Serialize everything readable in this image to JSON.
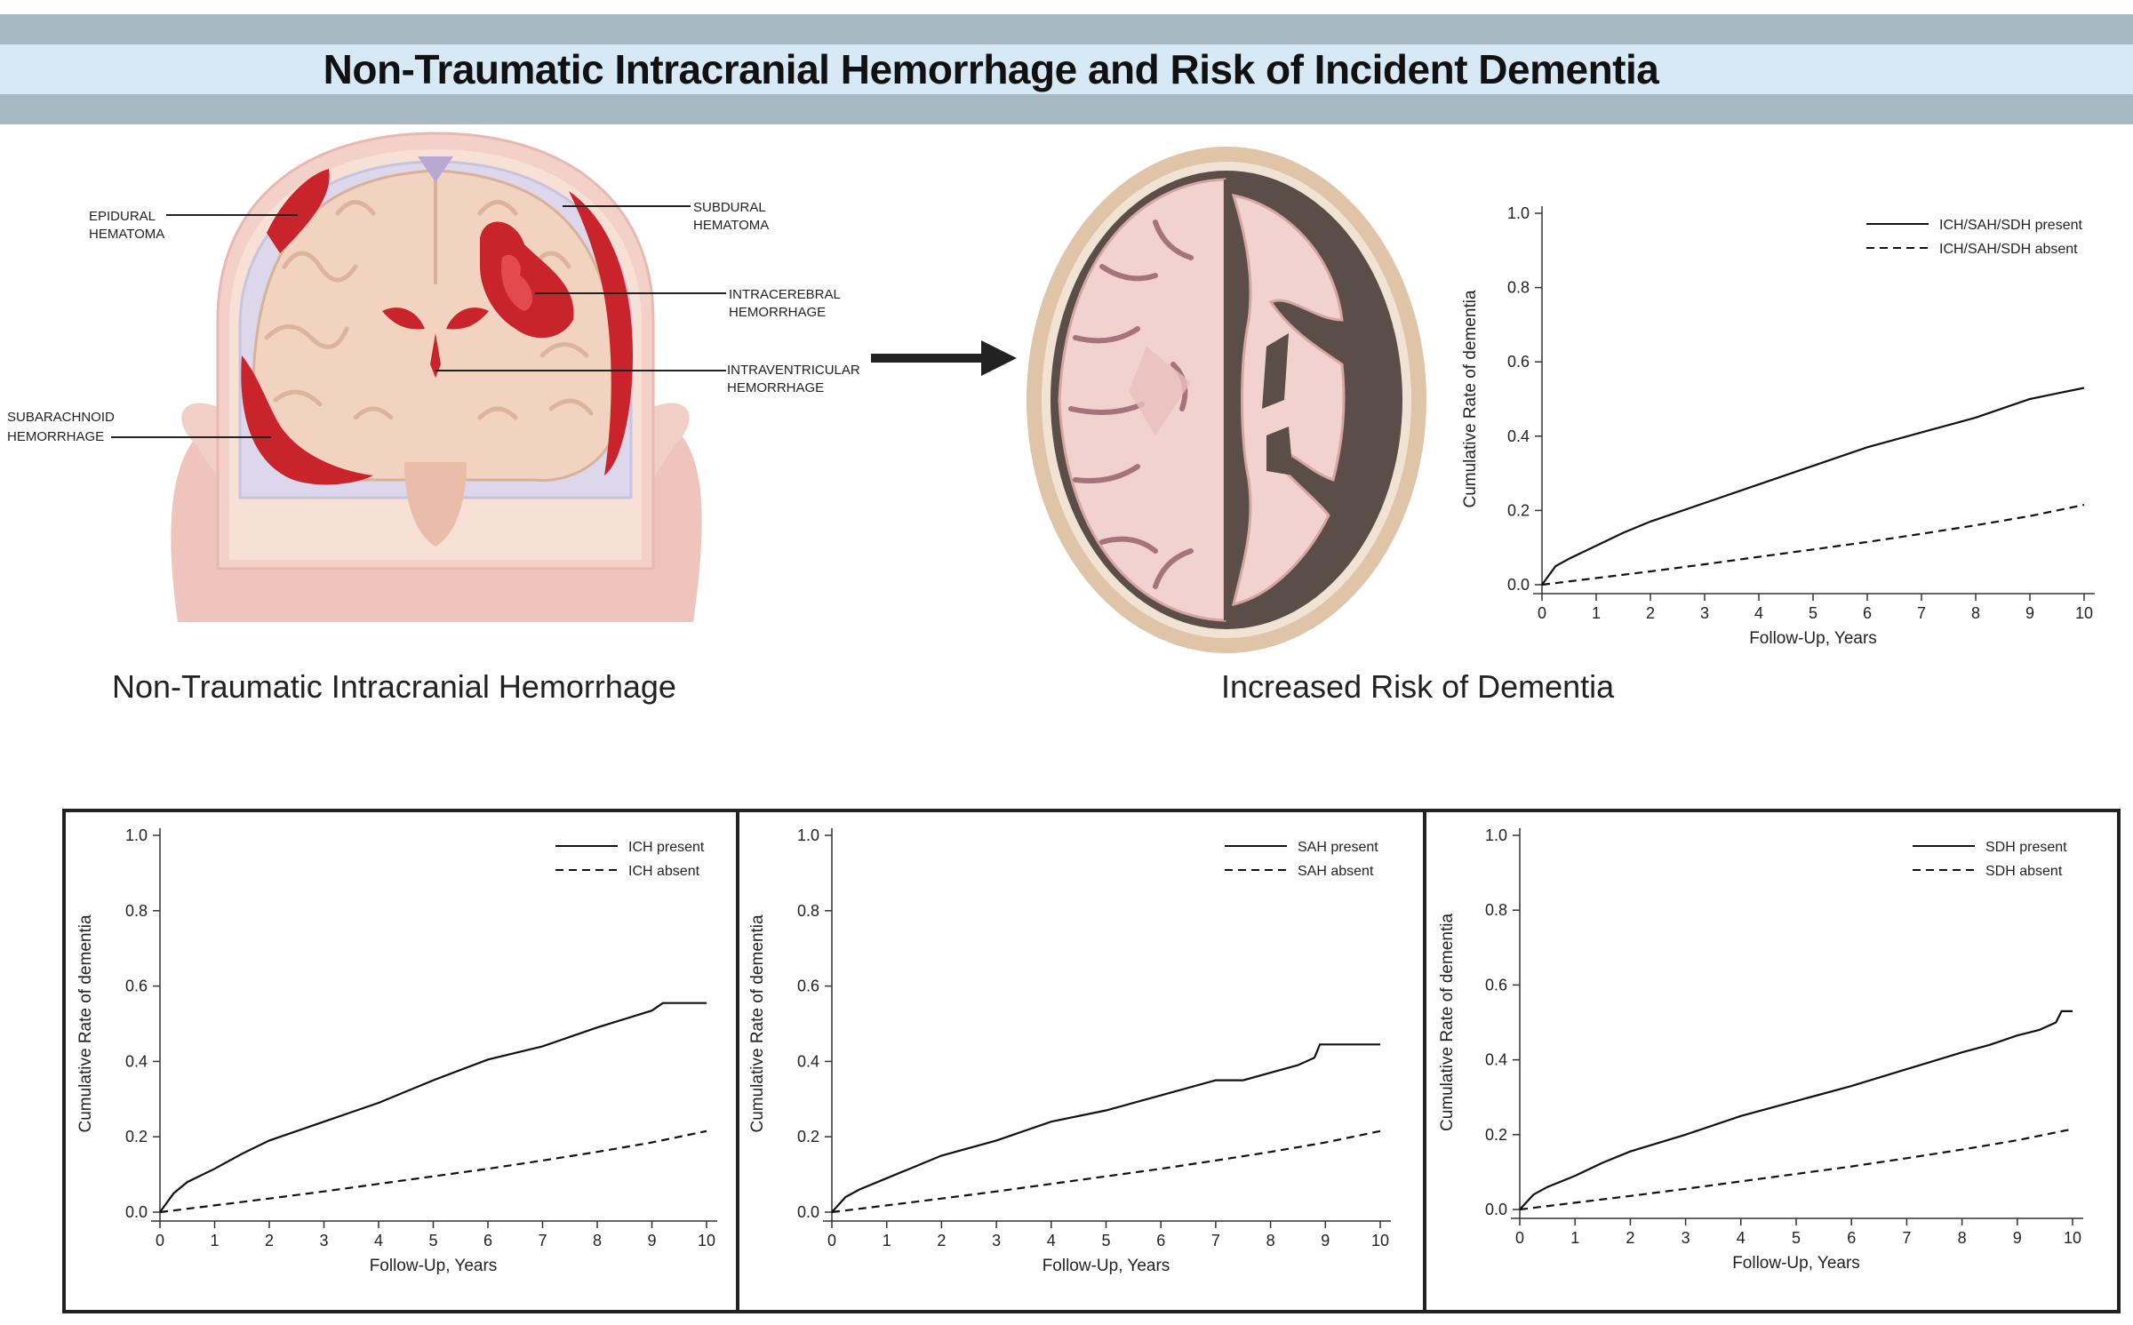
{
  "banner": {
    "title": "Non-Traumatic Intracranial Hemorrhage and Risk of Incident Dementia"
  },
  "anatomy_labels": {
    "epidural": [
      "EPIDURAL",
      "HEMATOMA"
    ],
    "subdural": [
      "SUBDURAL",
      "HEMATOMA"
    ],
    "intracerebral": [
      "INTRACEREBRAL",
      "HEMORRHAGE"
    ],
    "intraventricular": [
      "INTRAVENTRICULAR",
      "HEMORRHAGE"
    ],
    "subarachnoid": [
      "SUBARACHNOID",
      "HEMORRHAGE"
    ]
  },
  "captions": {
    "left": "Non-Traumatic Intracranial Hemorrhage",
    "right": "Increased Risk of Dementia"
  },
  "colors": {
    "hemorrhage": "#c9242c",
    "banner_light": "#d6e9f4",
    "banner_dark": "#a9b9c4",
    "curve": "#111111"
  },
  "chart_data": [
    {
      "type": "line",
      "xlabel": "Follow-Up, Years",
      "ylabel": "Cumulative Rate of dementia",
      "xlim": [
        0,
        10
      ],
      "ylim": [
        0,
        1
      ],
      "xticks": [
        "0",
        "1",
        "2",
        "3",
        "4",
        "5",
        "6",
        "7",
        "8",
        "9",
        "10"
      ],
      "yticks": [
        "0.0",
        "0.2",
        "0.4",
        "0.6",
        "0.8",
        "1.0"
      ],
      "legend_position": "top-right",
      "series": [
        {
          "name": "ICH/SAH/SDH present",
          "style": "solid",
          "x": [
            0,
            0.25,
            0.5,
            1,
            1.5,
            2,
            3,
            4,
            5,
            6,
            7,
            8,
            9,
            9.5,
            10
          ],
          "y": [
            0,
            0.05,
            0.07,
            0.105,
            0.14,
            0.17,
            0.22,
            0.27,
            0.32,
            0.37,
            0.41,
            0.45,
            0.5,
            0.515,
            0.53
          ]
        },
        {
          "name": "ICH/SAH/SDH absent",
          "style": "dashed",
          "x": [
            0,
            1,
            2,
            3,
            4,
            5,
            6,
            7,
            8,
            9,
            10
          ],
          "y": [
            0,
            0.018,
            0.036,
            0.055,
            0.075,
            0.095,
            0.115,
            0.137,
            0.16,
            0.185,
            0.215
          ]
        }
      ]
    },
    {
      "type": "line",
      "xlabel": "Follow-Up, Years",
      "ylabel": "Cumulative Rate of dementia",
      "xlim": [
        0,
        10
      ],
      "ylim": [
        0,
        1
      ],
      "xticks": [
        "0",
        "1",
        "2",
        "3",
        "4",
        "5",
        "6",
        "7",
        "8",
        "9",
        "10"
      ],
      "yticks": [
        "0.0",
        "0.2",
        "0.4",
        "0.6",
        "0.8",
        "1.0"
      ],
      "legend_position": "top-right",
      "series": [
        {
          "name": "ICH present",
          "style": "solid",
          "x": [
            0,
            0.25,
            0.5,
            1,
            1.5,
            2,
            3,
            4,
            5,
            6,
            7,
            8,
            9,
            9.2,
            10
          ],
          "y": [
            0,
            0.05,
            0.08,
            0.115,
            0.155,
            0.19,
            0.24,
            0.29,
            0.35,
            0.405,
            0.44,
            0.49,
            0.535,
            0.555,
            0.555
          ]
        },
        {
          "name": "ICH absent",
          "style": "dashed",
          "x": [
            0,
            1,
            2,
            3,
            4,
            5,
            6,
            7,
            8,
            9,
            10
          ],
          "y": [
            0,
            0.018,
            0.036,
            0.055,
            0.075,
            0.095,
            0.115,
            0.137,
            0.16,
            0.185,
            0.215
          ]
        }
      ]
    },
    {
      "type": "line",
      "xlabel": "Follow-Up, Years",
      "ylabel": "Cumulative Rate of dementia",
      "xlim": [
        0,
        10
      ],
      "ylim": [
        0,
        1
      ],
      "xticks": [
        "0",
        "1",
        "2",
        "3",
        "4",
        "5",
        "6",
        "7",
        "8",
        "9",
        "10"
      ],
      "yticks": [
        "0.0",
        "0.2",
        "0.4",
        "0.6",
        "0.8",
        "1.0"
      ],
      "legend_position": "top-right",
      "series": [
        {
          "name": "SAH present",
          "style": "solid",
          "x": [
            0,
            0.25,
            0.5,
            1,
            1.5,
            2,
            3,
            4,
            5,
            6,
            7,
            7.5,
            8,
            8.5,
            8.8,
            8.9,
            10
          ],
          "y": [
            0,
            0.04,
            0.06,
            0.09,
            0.12,
            0.15,
            0.19,
            0.24,
            0.27,
            0.31,
            0.35,
            0.35,
            0.37,
            0.39,
            0.41,
            0.445,
            0.445
          ]
        },
        {
          "name": "SAH absent",
          "style": "dashed",
          "x": [
            0,
            1,
            2,
            3,
            4,
            5,
            6,
            7,
            8,
            9,
            10
          ],
          "y": [
            0,
            0.018,
            0.036,
            0.055,
            0.075,
            0.095,
            0.115,
            0.137,
            0.16,
            0.185,
            0.215
          ]
        }
      ]
    },
    {
      "type": "line",
      "xlabel": "Follow-Up, Years",
      "ylabel": "Cumulative Rate of dementia",
      "xlim": [
        0,
        10
      ],
      "ylim": [
        0,
        1
      ],
      "xticks": [
        "0",
        "1",
        "2",
        "3",
        "4",
        "5",
        "6",
        "7",
        "8",
        "9",
        "10"
      ],
      "yticks": [
        "0.0",
        "0.2",
        "0.4",
        "0.6",
        "0.8",
        "1.0"
      ],
      "legend_position": "top-right",
      "series": [
        {
          "name": "SDH present",
          "style": "solid",
          "x": [
            0,
            0.25,
            0.5,
            1,
            1.5,
            2,
            3,
            4,
            5,
            6,
            7,
            8,
            8.5,
            9,
            9.4,
            9.7,
            9.8,
            10
          ],
          "y": [
            0,
            0.04,
            0.06,
            0.09,
            0.125,
            0.155,
            0.2,
            0.25,
            0.29,
            0.33,
            0.375,
            0.42,
            0.44,
            0.465,
            0.48,
            0.5,
            0.53,
            0.53
          ]
        },
        {
          "name": "SDH absent",
          "style": "dashed",
          "x": [
            0,
            1,
            2,
            3,
            4,
            5,
            6,
            7,
            8,
            9,
            10
          ],
          "y": [
            0,
            0.018,
            0.036,
            0.055,
            0.075,
            0.095,
            0.115,
            0.137,
            0.16,
            0.185,
            0.215
          ]
        }
      ]
    }
  ]
}
